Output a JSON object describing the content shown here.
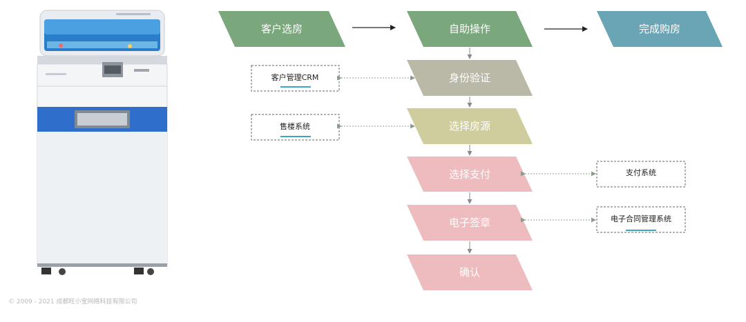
{
  "steps": {
    "customer_select": "客户选房",
    "self_service": "自助操作",
    "purchase_done": "完成购房",
    "identity_verify": "身份验证",
    "select_source": "选择房源",
    "select_payment": "选择支付",
    "e_signature": "电子签章",
    "confirm": "确认"
  },
  "systems": {
    "crm": "客户管理CRM",
    "sales": "售楼系统",
    "payment": "支付系统",
    "contract": "电子合同管理系统"
  },
  "footer": {
    "copyright": "© 2009 - 2021 成都旺小宝网络科技有限公司"
  },
  "colors": {
    "green": "#7aa77b",
    "teal": "#6aa5b5",
    "gray": "#bab8a6",
    "khaki": "#cfcd9d",
    "pink": "#eebcbf",
    "underline": "#3aa7c0",
    "kiosk_blue": "#2f6fcb"
  },
  "icons": {
    "kiosk": "self-service-kiosk-image"
  }
}
